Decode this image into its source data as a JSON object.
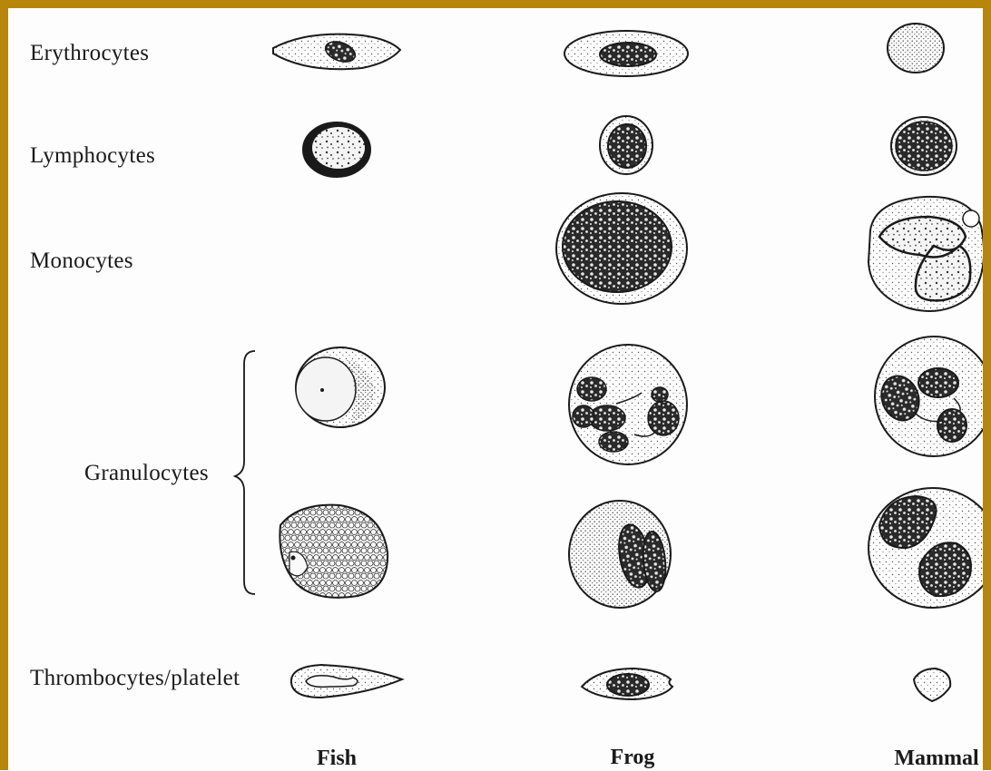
{
  "rows": {
    "erythrocytes": "Erythrocytes",
    "lymphocytes": "Lymphocytes",
    "monocytes": "Monocytes",
    "granulocytes": "Granulocytes",
    "thrombocytes": "Thrombocytes/platelet"
  },
  "columns": {
    "fish": "Fish",
    "frog": "Frog",
    "mammal": "Mammal"
  },
  "colors": {
    "frame": "#b8860b",
    "ink": "#1a1a1a"
  }
}
